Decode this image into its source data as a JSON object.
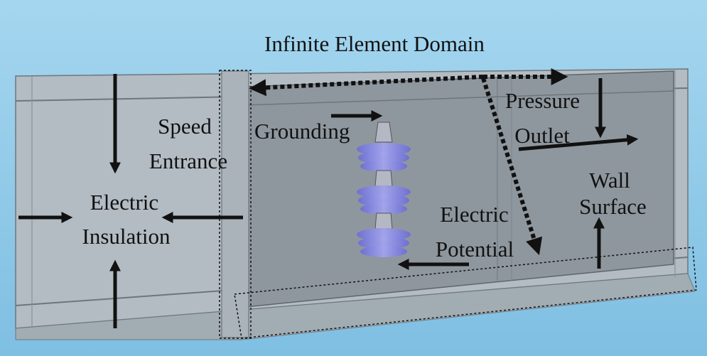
{
  "title": "Infinite Element Domain",
  "labels": {
    "speed": [
      "Speed",
      "Entrance"
    ],
    "electric_insulation": [
      "Electric",
      "Insulation"
    ],
    "grounding": "Grounding",
    "pressure_outlet": [
      "Pressure",
      "Outlet"
    ],
    "wall_surface": [
      "Wall",
      "Surface"
    ],
    "electric_potential": [
      "Electric",
      "Potential"
    ]
  },
  "colors": {
    "background": "#8ec7e6",
    "box_fill": "#a9b3bb",
    "inner_fill": "#8d959c",
    "insulator": "#7f80e0",
    "arrow": "#111111"
  }
}
